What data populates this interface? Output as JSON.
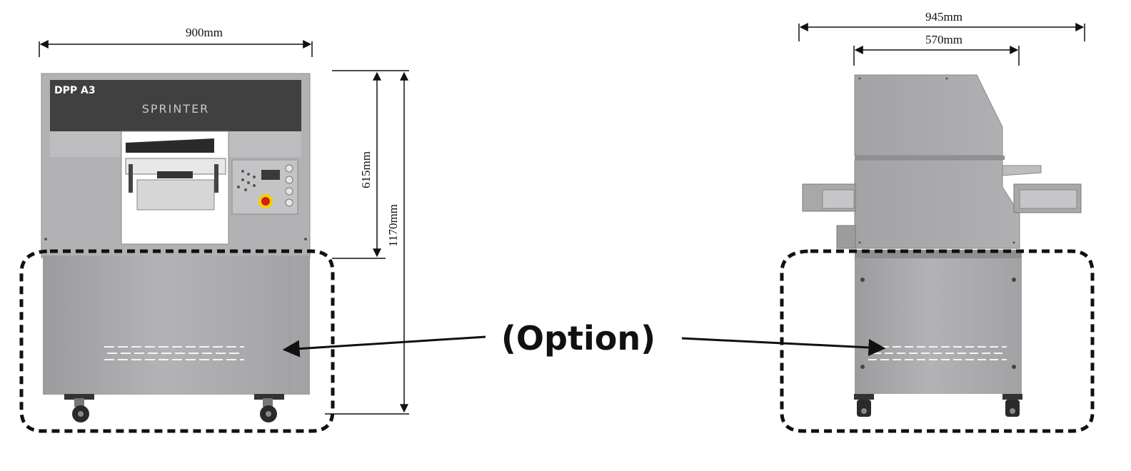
{
  "front_view": {
    "width_label": "900mm",
    "upper_height_label": "615mm",
    "total_height_label": "1170mm",
    "model_label": "DPP A3",
    "brand_label": "SPRINTER"
  },
  "side_view": {
    "overall_depth_label": "945mm",
    "body_depth_label": "570mm"
  },
  "callout": {
    "label": "(Option)"
  },
  "colors": {
    "body_gray": "#a9a9ab",
    "panel_dark": "#404040",
    "line": "#111111",
    "dashed_outline": "#111111"
  }
}
